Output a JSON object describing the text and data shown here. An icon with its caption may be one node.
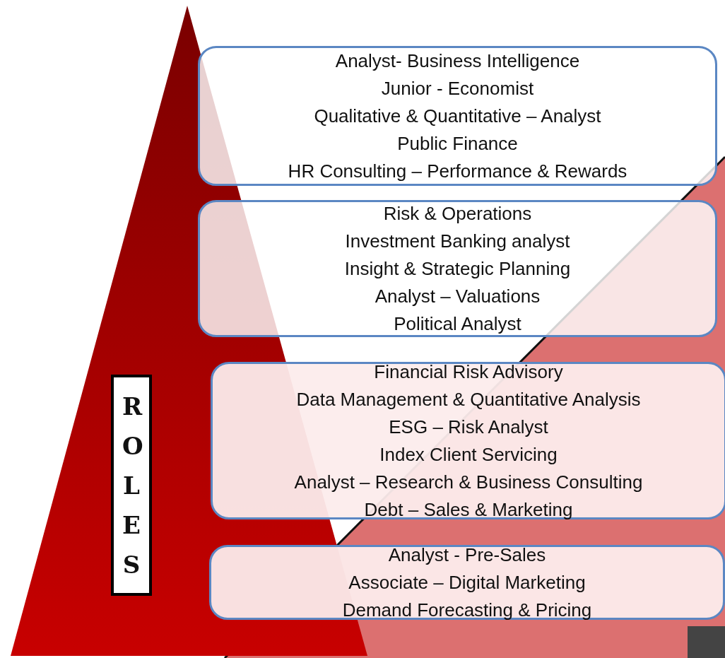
{
  "diagram": {
    "nodes": [
      {
        "text": [
          "ROLES"
        ]
      },
      {
        "text": [
          "Analyst- Business Intelligence",
          "Junior - Economist",
          "Qualitative & Quantitative – Analyst",
          "Public Finance",
          "HR Consulting – Performance & Rewards"
        ]
      },
      {
        "text": [
          "Risk & Operations",
          "Investment Banking analyst",
          "Insight & Strategic Planning",
          "Analyst – Valuations",
          "Political Analyst"
        ]
      },
      {
        "text": [
          "Financial Risk Advisory",
          "Data Management & Quantitative Analysis",
          "ESG – Risk Analyst",
          "Index Client Servicing",
          "Analyst – Research & Business Consulting",
          "Debt – Sales & Marketing"
        ]
      },
      {
        "text": [
          "Analyst - Pre-Sales",
          "Associate – Digital Marketing",
          "Demand Forecasting & Pricing"
        ]
      }
    ]
  }
}
